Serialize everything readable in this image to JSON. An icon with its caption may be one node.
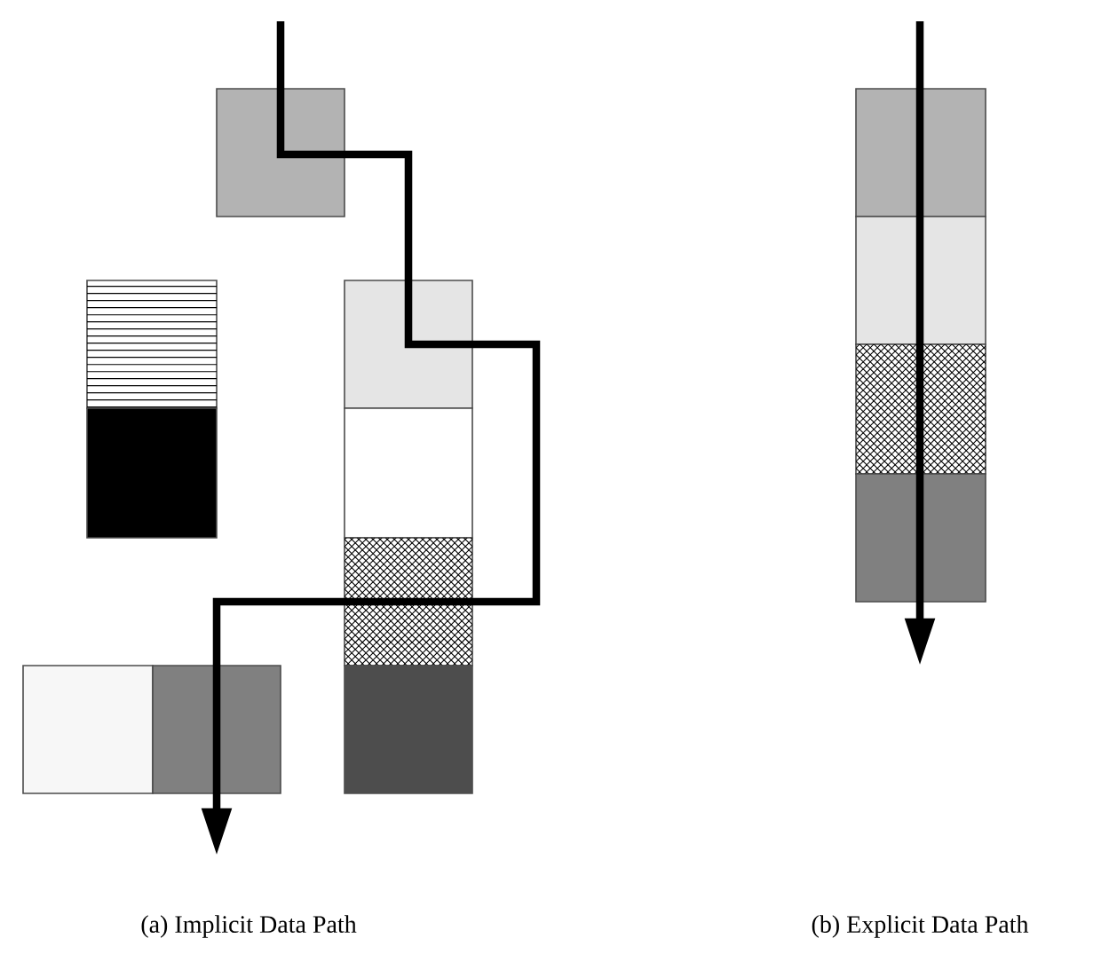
{
  "diagram": {
    "nodes": [
      {
        "text": [],
        "shape": "box"
      },
      {
        "text": [],
        "shape": "box"
      },
      {
        "text": [],
        "shape": "box"
      },
      {
        "text": [],
        "shape": "box"
      },
      {
        "text": [],
        "shape": "box"
      },
      {
        "text": [],
        "shape": "box"
      },
      {
        "text": [],
        "shape": "box"
      },
      {
        "text": [],
        "shape": "box"
      },
      {
        "text": [],
        "shape": "box"
      },
      {
        "text": [],
        "shape": "box"
      },
      {
        "text": [],
        "shape": "box"
      },
      {
        "text": [],
        "shape": "box"
      },
      {
        "text": [],
        "shape": "box"
      }
    ],
    "labels": [
      "(a) Implicit Data Path",
      "(b) Explicit Data Path"
    ]
  }
}
